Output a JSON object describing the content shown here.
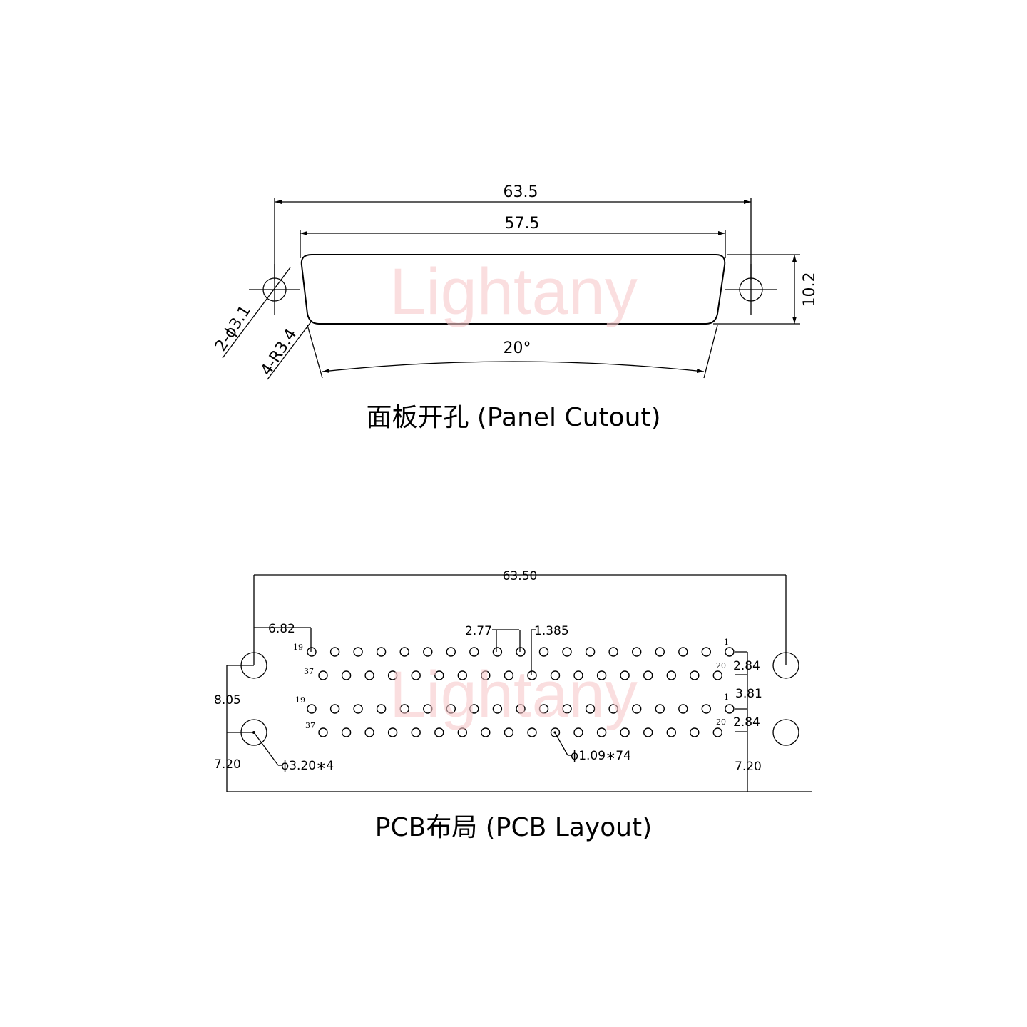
{
  "watermark": "Lightany",
  "panel": {
    "caption": "面板开孔 (Panel Cutout)",
    "dim_overall": "63.5",
    "dim_cutout": "57.5",
    "dim_height": "10.2",
    "dim_hole": "2-ϕ3.1",
    "dim_radius": "4-R3.4",
    "dim_angle": "20°"
  },
  "pcb": {
    "caption": "PCB布局 (PCB Layout)",
    "dim_overall": "63.50",
    "dim_offset": "6.82",
    "dim_pitch": "2.77",
    "dim_half_pitch": "1.385",
    "dim_row": "2.84",
    "dim_gap": "3.81",
    "dim_mount_v": "8.05",
    "dim_edge_left": "7.20",
    "dim_edge_right": "7.20",
    "dim_mount_hole": "ϕ3.20∗4",
    "dim_pin_hole": "ϕ1.09∗74",
    "pin_labels": {
      "top_row_first": "19",
      "top_row_last": "1",
      "second_row_first": "37",
      "second_row_last": "20"
    },
    "pin_counts": {
      "long_row": 19,
      "short_row": 18
    }
  },
  "colors": {
    "line": "#000000",
    "watermark": "#f8c9cb"
  }
}
